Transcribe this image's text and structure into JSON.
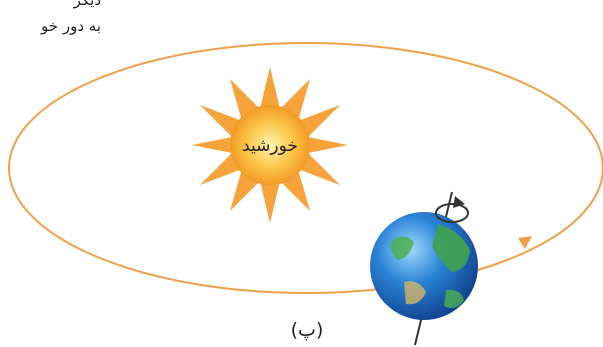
{
  "header_text": {
    "line1": "دیگر",
    "line2": "به دور خو"
  },
  "labels": {
    "sun": "خورشید",
    "caption": "(پ)"
  },
  "colors": {
    "orbit": "#f0a04b",
    "sun_outer": "#f5a623",
    "sun_inner": "#fdd768",
    "text": "#222222",
    "earth_ocean": "#2a7fd4",
    "earth_land": "#4caf50"
  },
  "icons": {
    "sun": "sun-icon",
    "earth": "earth-globe-icon",
    "rotation": "rotation-arrow-icon",
    "orbit_direction": "orbit-arrow-icon"
  }
}
